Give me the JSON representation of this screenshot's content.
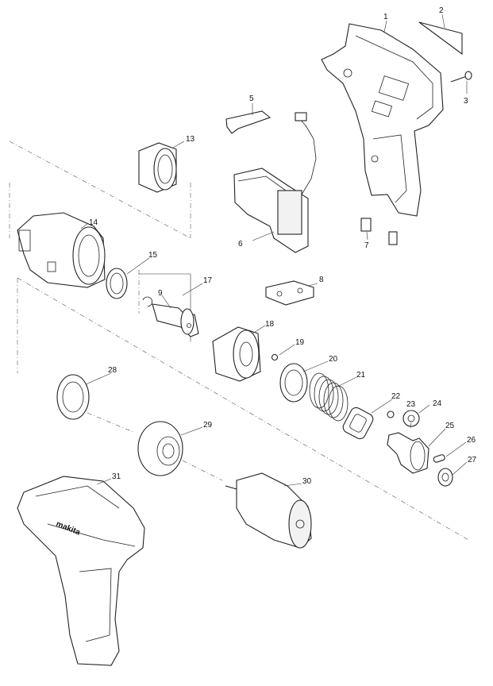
{
  "callouts": [
    {
      "id": "1",
      "text": "1"
    },
    {
      "id": "2",
      "text": "2"
    },
    {
      "id": "3",
      "text": "3"
    },
    {
      "id": "5",
      "text": "5"
    },
    {
      "id": "6",
      "text": "6"
    },
    {
      "id": "7",
      "text": "7"
    },
    {
      "id": "8",
      "text": "8"
    },
    {
      "id": "9",
      "text": "9"
    },
    {
      "id": "13",
      "text": "13"
    },
    {
      "id": "14",
      "text": "14"
    },
    {
      "id": "15",
      "text": "15"
    },
    {
      "id": "17",
      "text": "17"
    },
    {
      "id": "18",
      "text": "18"
    },
    {
      "id": "19",
      "text": "19"
    },
    {
      "id": "20",
      "text": "20"
    },
    {
      "id": "21",
      "text": "21"
    },
    {
      "id": "22",
      "text": "22"
    },
    {
      "id": "23",
      "text": "23"
    },
    {
      "id": "24",
      "text": "24"
    },
    {
      "id": "25",
      "text": "25"
    },
    {
      "id": "26",
      "text": "26"
    },
    {
      "id": "27",
      "text": "27"
    },
    {
      "id": "28",
      "text": "28"
    },
    {
      "id": "29",
      "text": "29"
    },
    {
      "id": "30",
      "text": "30"
    },
    {
      "id": "31",
      "text": "31"
    }
  ],
  "housing_logo": "makita"
}
